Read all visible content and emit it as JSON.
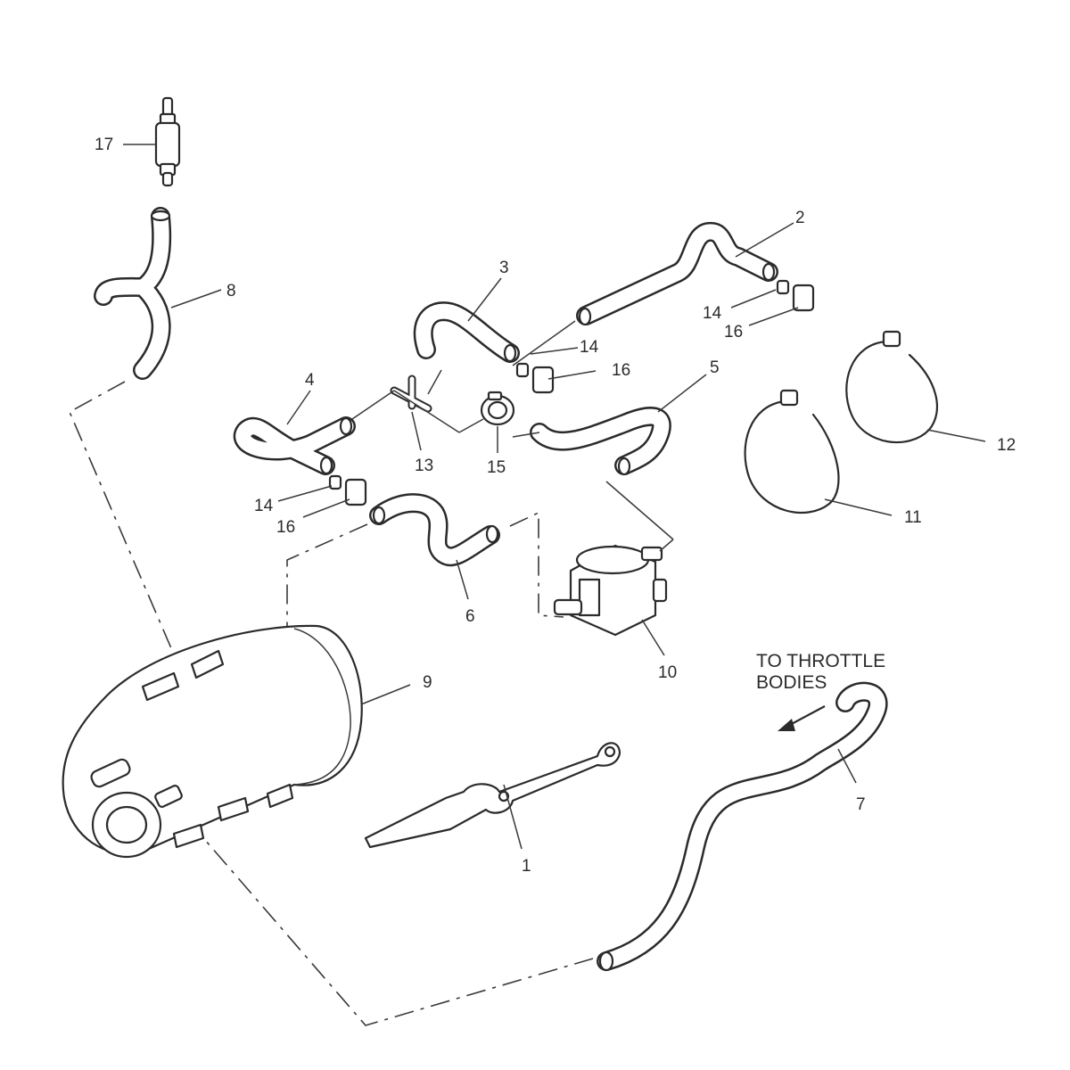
{
  "labels": {
    "l1": "1",
    "l2": "2",
    "l3": "3",
    "l4": "4",
    "l5": "5",
    "l6": "6",
    "l7": "7",
    "l8": "8",
    "l9": "9",
    "l10": "10",
    "l11": "11",
    "l12": "12",
    "l13": "13",
    "l14a": "14",
    "l14b": "14",
    "l14c": "14",
    "l15": "15",
    "l16a": "16",
    "l16b": "16",
    "l16c": "16",
    "l17": "17"
  },
  "note": {
    "line1": "TO THROTTLE",
    "line2": "BODIES"
  }
}
